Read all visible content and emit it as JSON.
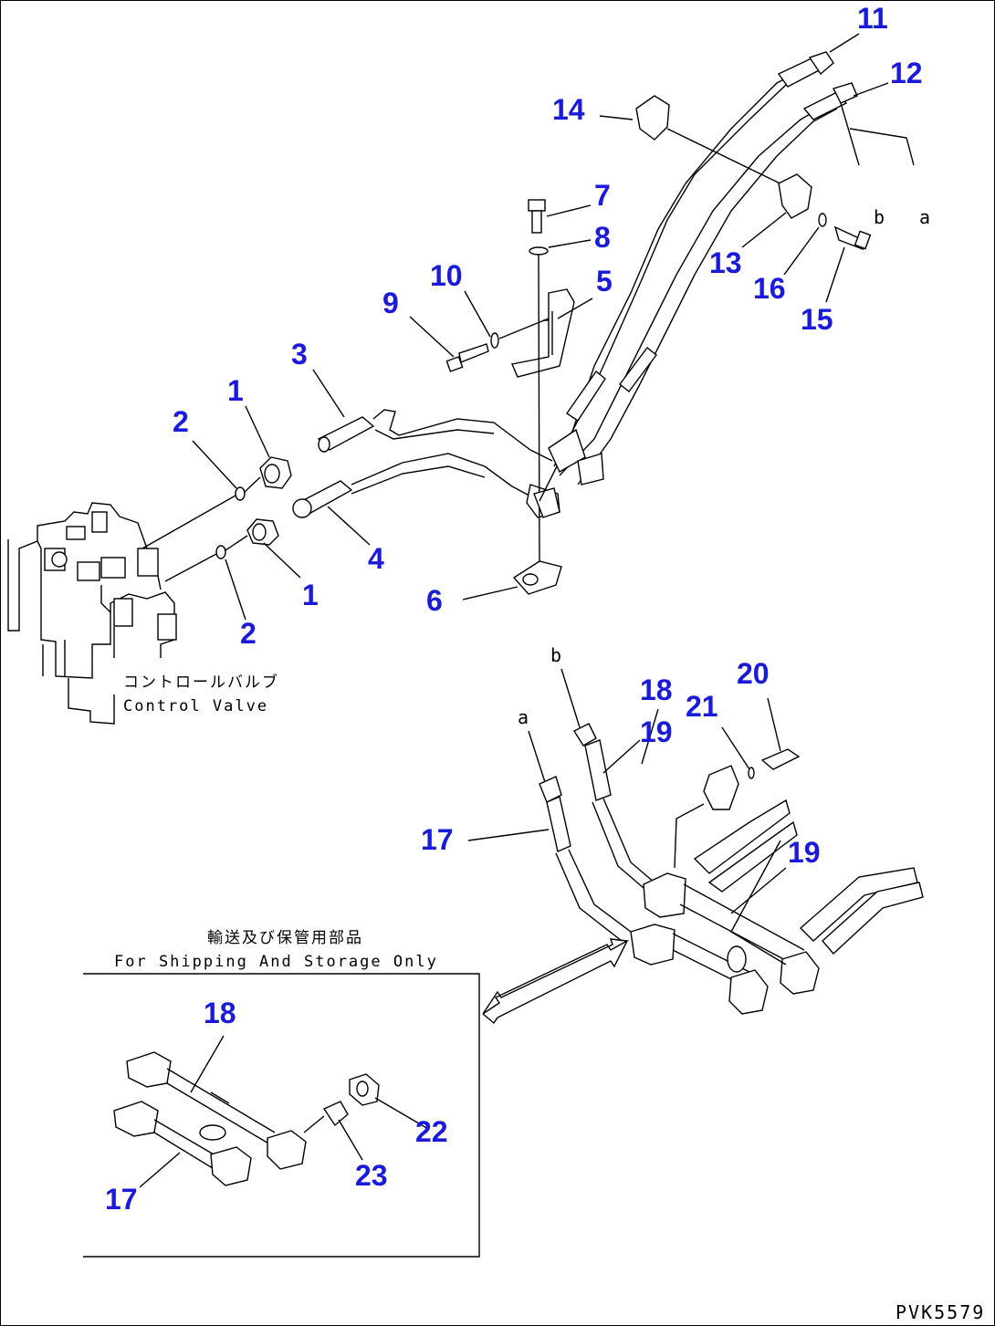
{
  "labels": {
    "control_valve_jp": "コントロールバルブ",
    "control_valve_en": "Control Valve",
    "shipping_jp": "輸送及び保管用部品",
    "shipping_en": "For Shipping And Storage Only",
    "drawing_code": "PVK5579",
    "ref_a": "a",
    "ref_b": "b",
    "ref_a2": "a",
    "ref_b2": "b"
  },
  "part_numbers": {
    "n11": "11",
    "n12": "12",
    "n14": "14",
    "n7": "7",
    "n8": "8",
    "n13": "13",
    "n16": "16",
    "n15": "15",
    "n10": "10",
    "n9": "9",
    "n5": "5",
    "n3": "3",
    "n1a": "1",
    "n2a": "2",
    "n4": "4",
    "n1b": "1",
    "n2b": "2",
    "n6": "6",
    "n18a": "18",
    "n20": "20",
    "n21": "21",
    "n19a": "19",
    "n17a": "17",
    "n19b": "19",
    "n18b": "18",
    "n22": "22",
    "n23": "23",
    "n17b": "17"
  },
  "colors": {
    "callout": "#1a1adb",
    "line": "#000000",
    "background": "#ffffff"
  }
}
